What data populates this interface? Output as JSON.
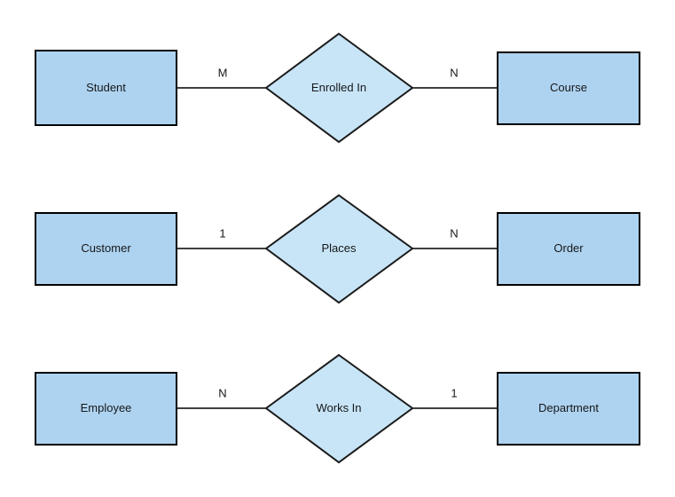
{
  "diagram": {
    "type": "er-diagram",
    "background_color": "#ffffff",
    "entity_fill": "#aed3f0",
    "relationship_fill": "#c8e5f7",
    "stroke_color": "#000000",
    "rows": [
      {
        "id": "row-enrolled-in",
        "left_entity": "Student",
        "left_cardinality": "M",
        "relationship": "Enrolled In",
        "right_cardinality": "N",
        "right_entity": "Course"
      },
      {
        "id": "row-places",
        "left_entity": "Customer",
        "left_cardinality": "1",
        "relationship": "Places",
        "right_cardinality": "N",
        "right_entity": "Order"
      },
      {
        "id": "row-works-in",
        "left_entity": "Employee",
        "left_cardinality": "N",
        "relationship": "Works In",
        "right_cardinality": "1",
        "right_entity": "Department"
      }
    ]
  }
}
